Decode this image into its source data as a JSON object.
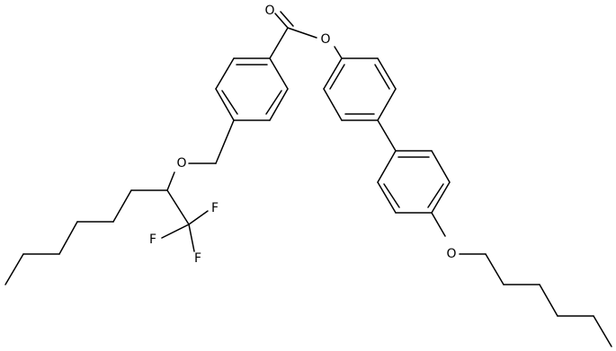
{
  "molecule": {
    "atoms": [
      {
        "id": "O_carbonyl",
        "symbol": "O"
      },
      {
        "id": "O_ester",
        "symbol": "O"
      },
      {
        "id": "O_benzyl_ether",
        "symbol": "O"
      },
      {
        "id": "F1",
        "symbol": "F"
      },
      {
        "id": "F2",
        "symbol": "F"
      },
      {
        "id": "F3",
        "symbol": "F"
      },
      {
        "id": "O_hexyloxy",
        "symbol": "O"
      }
    ]
  }
}
